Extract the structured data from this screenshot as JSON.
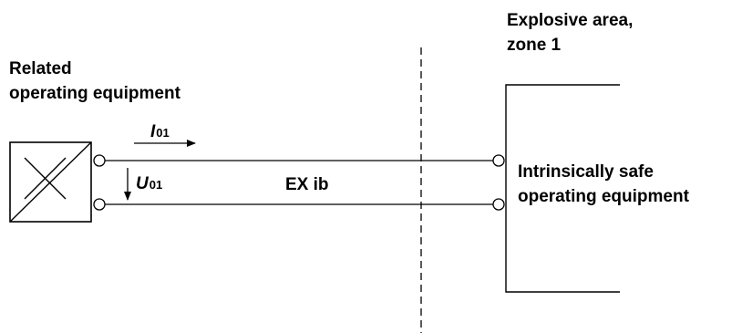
{
  "labels": {
    "related_line1": "Related",
    "related_line2": "operating equipment",
    "explosive_line1": "Explosive area,",
    "explosive_line2": "zone 1",
    "safe_line1": "Intrinsically safe",
    "safe_line2": "operating equipment",
    "ex_ib": "EX ib"
  },
  "symbols": {
    "current": {
      "symbol": "I",
      "subscript": "01"
    },
    "voltage": {
      "symbol": "U",
      "subscript": "01"
    }
  },
  "colors": {
    "line": "#000000",
    "background": "#ffffff"
  }
}
